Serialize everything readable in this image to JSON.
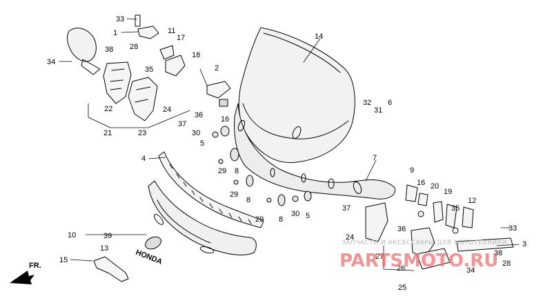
{
  "diagram": {
    "labels": [
      {
        "id": "l33a",
        "text": "33"
      },
      {
        "id": "l1",
        "text": "1"
      },
      {
        "id": "l38a",
        "text": "38"
      },
      {
        "id": "l28a",
        "text": "28"
      },
      {
        "id": "l11",
        "text": "11"
      },
      {
        "id": "l17",
        "text": "17"
      },
      {
        "id": "l34a",
        "text": "34"
      },
      {
        "id": "l35a",
        "text": "35"
      },
      {
        "id": "l18",
        "text": "18"
      },
      {
        "id": "l2",
        "text": "2"
      },
      {
        "id": "l14",
        "text": "14"
      },
      {
        "id": "l22",
        "text": "22"
      },
      {
        "id": "l21",
        "text": "21"
      },
      {
        "id": "l36a",
        "text": "36"
      },
      {
        "id": "l16a",
        "text": "16"
      },
      {
        "id": "l24a",
        "text": "24"
      },
      {
        "id": "l37a",
        "text": "37"
      },
      {
        "id": "l23",
        "text": "23"
      },
      {
        "id": "l30a",
        "text": "30"
      },
      {
        "id": "l5a",
        "text": "5"
      },
      {
        "id": "l32",
        "text": "32"
      },
      {
        "id": "l31",
        "text": "31"
      },
      {
        "id": "l6",
        "text": "6"
      },
      {
        "id": "l4",
        "text": "4"
      },
      {
        "id": "l7",
        "text": "7"
      },
      {
        "id": "l29a",
        "text": "29"
      },
      {
        "id": "l8a",
        "text": "8"
      },
      {
        "id": "l9",
        "text": "9"
      },
      {
        "id": "l16b",
        "text": "16"
      },
      {
        "id": "l20",
        "text": "20"
      },
      {
        "id": "l19",
        "text": "19"
      },
      {
        "id": "l29b",
        "text": "29"
      },
      {
        "id": "l8b",
        "text": "8"
      },
      {
        "id": "l12",
        "text": "12"
      },
      {
        "id": "l37b",
        "text": "37"
      },
      {
        "id": "l29c",
        "text": "29"
      },
      {
        "id": "l8c",
        "text": "8"
      },
      {
        "id": "l30b",
        "text": "30"
      },
      {
        "id": "l5b",
        "text": "5"
      },
      {
        "id": "l36b",
        "text": "36"
      },
      {
        "id": "l35b",
        "text": "35"
      },
      {
        "id": "l33b",
        "text": "33"
      },
      {
        "id": "l10",
        "text": "10"
      },
      {
        "id": "l39",
        "text": "39"
      },
      {
        "id": "l24b",
        "text": "24"
      },
      {
        "id": "l3",
        "text": "3"
      },
      {
        "id": "l13",
        "text": "13"
      },
      {
        "id": "l15",
        "text": "15"
      },
      {
        "id": "l27",
        "text": "27"
      },
      {
        "id": "l38b",
        "text": "38"
      },
      {
        "id": "l28b",
        "text": "28"
      },
      {
        "id": "l26",
        "text": "26"
      },
      {
        "id": "l34b",
        "text": "34"
      },
      {
        "id": "l25",
        "text": "25"
      }
    ],
    "front_marker": "FR.",
    "emblem_text": "HONDA"
  },
  "watermark": {
    "line1": "ЗАПЧАСТИ И АКСЕССУАРЫ ДЛЯ МОТОТЕХНИКИ",
    "line2": "PARTSMOTO.RU"
  }
}
